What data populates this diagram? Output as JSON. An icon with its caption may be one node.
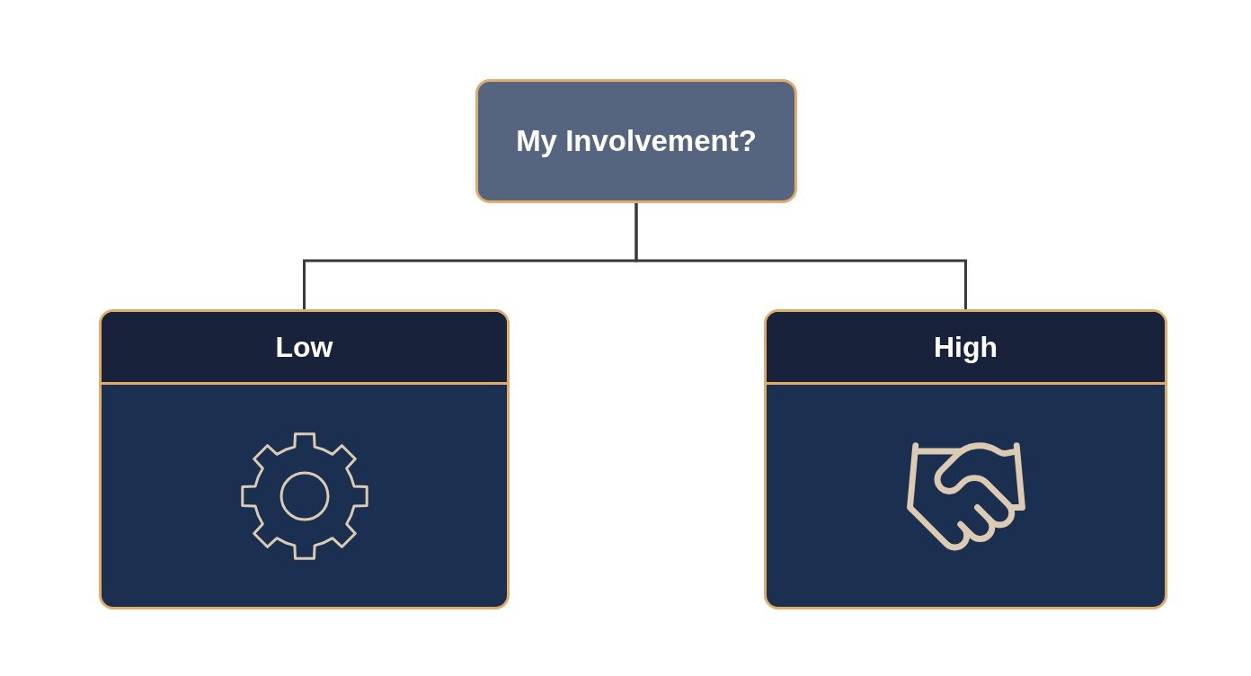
{
  "diagram": {
    "nodes": [
      {
        "text": [
          "My Involvement?"
        ]
      },
      {
        "text": [
          "Low"
        ]
      },
      {
        "text": [
          "High"
        ]
      }
    ],
    "edges": [
      {
        "from": 0,
        "to": 1,
        "arrow": "none"
      },
      {
        "from": 0,
        "to": 2,
        "arrow": "none"
      }
    ]
  }
}
